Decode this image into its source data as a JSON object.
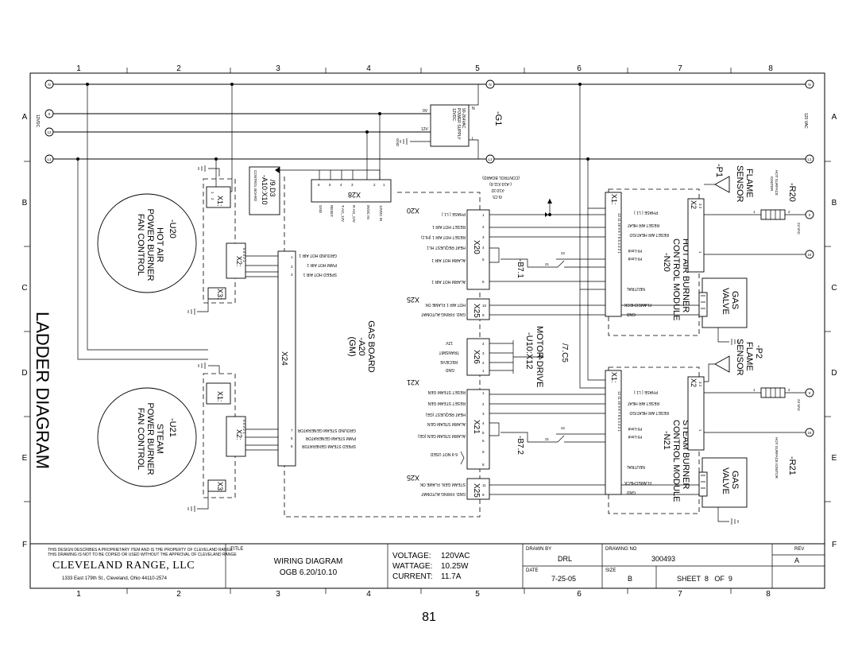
{
  "diagram": {
    "title": "LADDER DIAGRAM",
    "column_numbers": [
      "1",
      "2",
      "3",
      "4",
      "5",
      "6",
      "7",
      "8"
    ],
    "row_letters": [
      "A",
      "B",
      "C",
      "D",
      "E",
      "F"
    ],
    "rails": {
      "n": "N",
      "zero": "0",
      "twelve": "12",
      "l1": "L1",
      "left_voltage": "12VDC",
      "right_voltage": "120 VAC"
    },
    "power_supply": {
      "id": "-G1",
      "text": [
        "90-264VAC",
        "POWER SUPPLY",
        "12VDC"
      ],
      "pin_n": "N",
      "pin_l": "L",
      "out_0v": "0V",
      "out_12v": "12V",
      "gnd": "GND"
    },
    "blower_hot_air": {
      "id": "-U20",
      "lines": [
        "HOT AIR",
        "POWER BURNER",
        "FAN CONTROL"
      ],
      "x1": "X1:",
      "x2": "X2:",
      "x3": "X3:",
      "x1_pins": [
        "1",
        "2"
      ],
      "x2_pins": [
        "5",
        "4",
        "3",
        "2",
        "1"
      ],
      "x3_pins": [
        "1",
        "2"
      ]
    },
    "blower_steam": {
      "id": "-U21",
      "lines": [
        "STEAM",
        "POWER BURNER",
        "FAN CONTROL"
      ],
      "x1": "X1:",
      "x2": "X2:",
      "x3": "X3:",
      "x1_pins": [
        "1",
        "2"
      ],
      "x2_pins": [
        "5",
        "4",
        "3",
        "2",
        "1"
      ],
      "x3_pins": [
        "1",
        "2"
      ]
    },
    "control_board_ref": {
      "ref": "/9.D3",
      "id": "-A10:X10",
      "label": "CONTROL BOARD"
    },
    "x28": {
      "id": "X28",
      "pins": [
        "6",
        "5",
        "4",
        "3",
        "2",
        "1"
      ],
      "signals": [
        "GND",
        "RESET",
        "T-AO_12V",
        "R-AO_12V",
        "0VDC IN",
        "12VDC IN"
      ]
    },
    "gas_board": {
      "lines": [
        "GAS BOARD",
        "-A20",
        "(GM)"
      ],
      "x24": "X24",
      "x24_upper_pins": [
        "1",
        "2",
        "3"
      ],
      "x24_upper_signals": [
        "GROUND HOT AIR 1",
        "PWM HOT AIR 1",
        "SPEED HOT AIR 1"
      ],
      "x24_lower_pins": [
        "7",
        "5",
        "8"
      ],
      "x24_lower_signals": [
        "GROUND STEAM GENERATOR",
        "PWM STEAM GENERATOR",
        "SPEED STEAM GENERATOR"
      ]
    },
    "x20": {
      "id": "X20",
      "pins": [
        "1",
        "2",
        "3",
        "4",
        "5",
        "6"
      ],
      "signals": [
        "PHASE ( L1 )",
        "RESET HOT AIR 1",
        "RESET HOT AIR 1 (HL1)",
        "HEAT REQUEST HL1",
        "ALARM HOT AIR 1",
        "ALARM HOT AIR 1"
      ]
    },
    "x25_upper": {
      "id": "X25",
      "pins": [
        "10",
        "9"
      ],
      "signals": [
        "HOT AIR 1 FLAME OK",
        "GND. FIRING AUTOMAT"
      ]
    },
    "x26": {
      "id": "X26",
      "pins": [
        "4",
        "3",
        "2",
        "1"
      ],
      "signals": [
        "12V",
        "TRANSMIT",
        "RECIEVE",
        "GND"
      ]
    },
    "motor_drive": {
      "lines": [
        "MOTOR DRIVE",
        "-U10:X12"
      ],
      "ref": "/7.C5"
    },
    "x21": {
      "id": "X21",
      "pins": [
        "1",
        "2",
        "3",
        "4",
        "5",
        "6",
        "9",
        "8"
      ],
      "signals": [
        "RESET STEAM GEN",
        "RESET STEAM GEN",
        "HEAT REQUEST (GE)",
        "ALARM STEAM GEN",
        "ALARM STEAM GEN (GE)",
        "6-9 NOT USED"
      ]
    },
    "x25_lower": {
      "id": "X25",
      "pins": [
        "11",
        "9"
      ],
      "signals": [
        "STEAM GEN. FLAME OK",
        "GND. FIRING AUTOMAT"
      ]
    },
    "control_board_note": {
      "lines": [
        "(CONTROL BOARD)",
        "(-A10:X11:6)",
        "-X10:32",
        "/9.C5"
      ]
    },
    "module_hot_air": {
      "x1": "X1:",
      "pins": [
        "12",
        "11",
        "10",
        "9",
        "8",
        "7",
        "6",
        "5",
        "4",
        "3",
        "2",
        "1"
      ],
      "signals": [
        "PHASE ( L1 )",
        "RESET AIR HEAT",
        "RESET AIR HEAT/GO",
        "HI-Limit",
        "HI-Limit",
        "NEUTRAL",
        "FLAMECHECK",
        "GND"
      ],
      "lines": [
        "HOT AIR BURNER",
        "CONTROL MODULE",
        "-N20"
      ],
      "x2": "X2",
      "x2_pins": [
        "3",
        "2",
        "1"
      ],
      "limit": "-B7.1",
      "limit_pins": [
        "22",
        "21"
      ]
    },
    "module_steam": {
      "x1": "X1:",
      "pins": [
        "12",
        "11",
        "10",
        "9",
        "8",
        "7",
        "6",
        "5",
        "4",
        "3",
        "2",
        "1"
      ],
      "signals": [
        "PHASE ( L1 )",
        "RESET AIR HEAT",
        "RESET AIR HEAT/GO",
        "HI-Limit",
        "HI-Limit",
        "NEUTRAL",
        "FLAMECHECK",
        "GND"
      ],
      "lines": [
        "STEAM BURNER",
        "CONTROL MODULE",
        "-N21"
      ],
      "x2": "X2",
      "x2_pins": [
        "3",
        "2",
        "1"
      ],
      "limit": "-B7.2",
      "limit_pins": [
        "22",
        "21"
      ]
    },
    "flame_sensor_1": {
      "lines": [
        "FLAME",
        "SENSOR"
      ],
      "id": "-P1"
    },
    "flame_sensor_2": {
      "lines": [
        "FLAME",
        "SENSOR"
      ],
      "id": "-P2"
    },
    "gas_valve_1": {
      "lines": [
        "GAS",
        "VALVE"
      ]
    },
    "gas_valve_2": {
      "lines": [
        "GAS",
        "VALVE"
      ]
    },
    "ignitor_1": {
      "id": "-R20",
      "label": "HOT SURFACE",
      "label2": "IGNITER",
      "pins": [
        "1",
        "2"
      ],
      "voltage": "24 VAC"
    },
    "ignitor_2": {
      "id": "-R21",
      "label": "HOT SURFACE IGNITOR",
      "pins": [
        "1",
        "2"
      ],
      "voltage": "24 VAC"
    },
    "terminals": {
      "zero": "0",
      "twentyfour": "24"
    }
  },
  "title_block": {
    "disclaimer_1": "THIS DESIGN DESCRIBES A PROPRIETARY ITEM AND IS THE PROPERTY OF CLEVELAND RANGE",
    "disclaimer_2": "THIS DRAWING IS NOT TO BE COPIED OR USED WITHOUT THE APPROVAL OF CLEVELAND RANGE",
    "company": "CLEVELAND RANGE, LLC",
    "address": "1333 East 179th St., Cleveland, Ohio 44110-2574",
    "title_label": "TITLE",
    "title_1": "WIRING DIAGRAM",
    "title_2": "OGB 6.20/10.10",
    "voltage_label": "VOLTAGE:",
    "voltage": "120VAC",
    "wattage_label": "WATTAGE:",
    "wattage": "10.25W",
    "current_label": "CURRENT:",
    "current": "11.7A",
    "drawn_by_label": "DRAWN BY",
    "drawn_by": "DRL",
    "date_label": "DATE",
    "date": "7-25-05",
    "drawing_no_label": "DRAWING NO",
    "drawing_no": "300493",
    "size_label": "SIZE",
    "size": "B",
    "sheet": "SHEET  8   OF  9",
    "rev_label": "REV",
    "rev": "A"
  },
  "page_number": "81"
}
